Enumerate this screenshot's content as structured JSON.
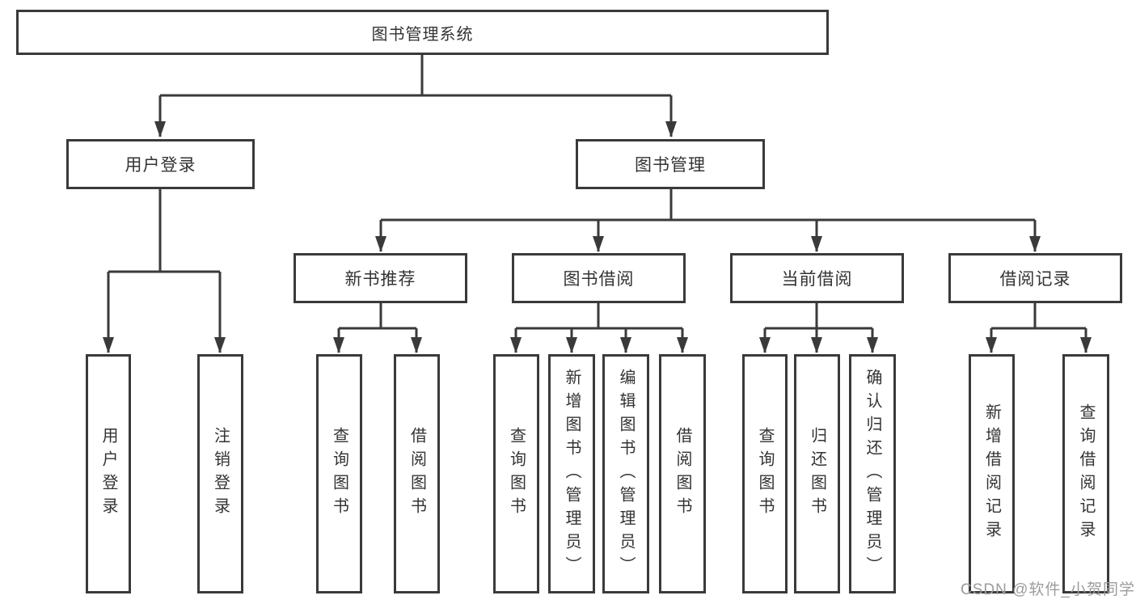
{
  "diagram": {
    "root": "图书管理系统",
    "level2": [
      "用户登录",
      "图书管理"
    ],
    "level3": [
      "新书推荐",
      "图书借阅",
      "当前借阅",
      "借阅记录"
    ],
    "login_children": [
      "用户登录",
      "注销登录"
    ],
    "newbook_children": [
      "查询图书",
      "借阅图书"
    ],
    "borrow_children": [
      "查询图书",
      "新增图书（管理员）",
      "编辑图书（管理员）",
      "借阅图书"
    ],
    "current_children": [
      "查询图书",
      "归还图书",
      "确认归还（管理员）"
    ],
    "record_children": [
      "新增借阅记录",
      "查询借阅记录"
    ]
  },
  "colors": {
    "line": "#3a3a3a",
    "text": "#333333",
    "watermark": "#9c9c9c",
    "background": "#ffffff"
  },
  "watermark": "CSDN @软件_小贺同学"
}
